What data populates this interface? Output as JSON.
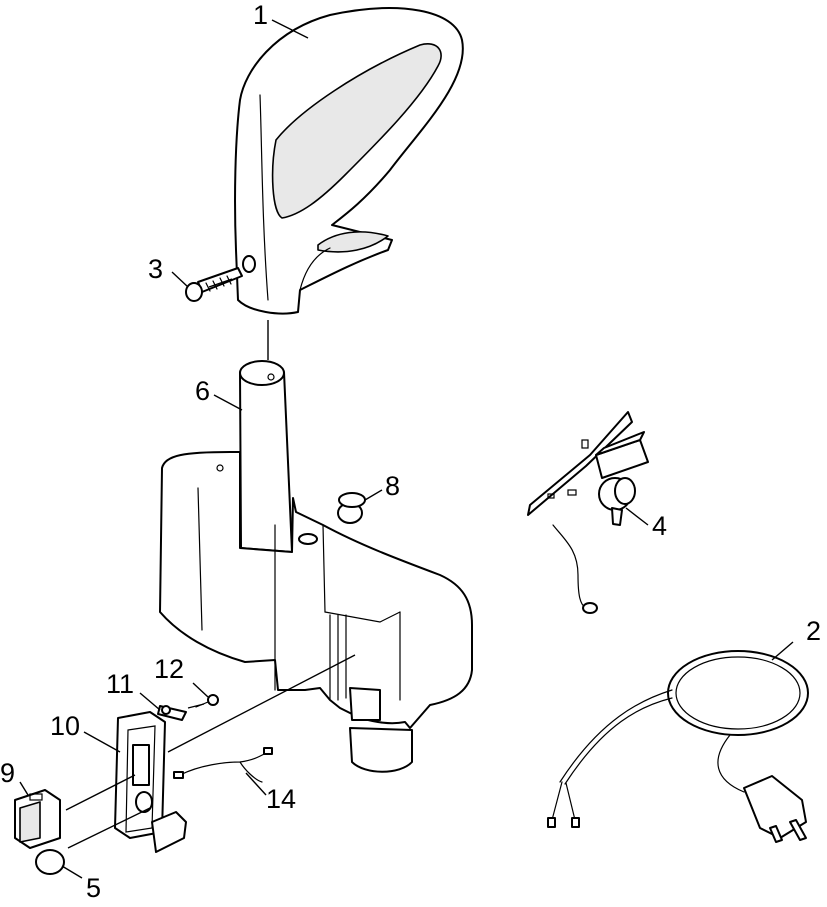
{
  "callouts": [
    {
      "id": "1",
      "label": "1"
    },
    {
      "id": "2",
      "label": "2"
    },
    {
      "id": "3",
      "label": "3"
    },
    {
      "id": "4",
      "label": "4"
    },
    {
      "id": "5",
      "label": "5"
    },
    {
      "id": "6",
      "label": "6"
    },
    {
      "id": "8",
      "label": "8"
    },
    {
      "id": "9",
      "label": "9"
    },
    {
      "id": "10",
      "label": "10"
    },
    {
      "id": "11",
      "label": "11"
    },
    {
      "id": "12",
      "label": "12"
    },
    {
      "id": "14",
      "label": "14"
    }
  ]
}
